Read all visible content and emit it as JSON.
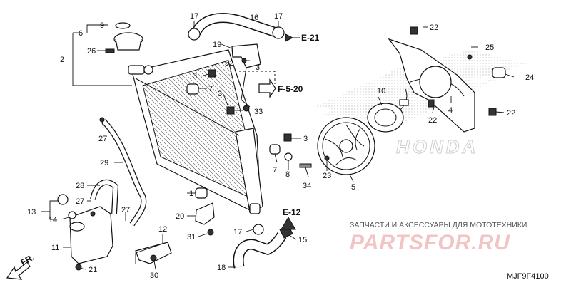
{
  "callouts": [
    {
      "text": "9"
    },
    {
      "text": "6"
    },
    {
      "text": "26"
    },
    {
      "text": "2"
    },
    {
      "text": "17"
    },
    {
      "text": "16"
    },
    {
      "text": "17"
    },
    {
      "text": "E-21"
    },
    {
      "text": "19"
    },
    {
      "text": "32"
    },
    {
      "text": "3"
    },
    {
      "text": "7"
    },
    {
      "text": "3"
    },
    {
      "text": "3"
    },
    {
      "text": "F-5-20"
    },
    {
      "text": "33"
    },
    {
      "text": "22"
    },
    {
      "text": "25"
    },
    {
      "text": "24"
    },
    {
      "text": "10"
    },
    {
      "text": "22"
    },
    {
      "text": "4"
    },
    {
      "text": "22"
    },
    {
      "text": "27"
    },
    {
      "text": "3"
    },
    {
      "text": "7"
    },
    {
      "text": "8"
    },
    {
      "text": "34"
    },
    {
      "text": "23"
    },
    {
      "text": "5"
    },
    {
      "text": "29"
    },
    {
      "text": "28"
    },
    {
      "text": "27"
    },
    {
      "text": "1"
    },
    {
      "text": "13"
    },
    {
      "text": "14"
    },
    {
      "text": "27"
    },
    {
      "text": "20"
    },
    {
      "text": "E-12"
    },
    {
      "text": "11"
    },
    {
      "text": "12"
    },
    {
      "text": "31"
    },
    {
      "text": "17"
    },
    {
      "text": "15"
    },
    {
      "text": "18"
    },
    {
      "text": "21"
    },
    {
      "text": "30"
    }
  ],
  "direction": {
    "text": "FR."
  },
  "watermark": {
    "caption": "ЗАПЧАСТИ И АКСЕССУАРЫ ДЛЯ МОТОТЕХНИКИ",
    "logo": "PARTSFOR.RU",
    "brand": "HONDA"
  },
  "footer": {
    "code": "MJF9F4100"
  }
}
